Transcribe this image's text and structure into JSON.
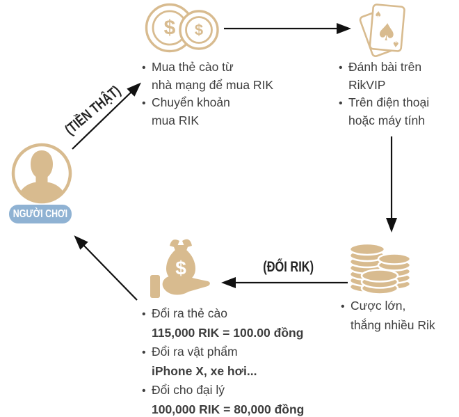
{
  "palette": {
    "tan": "#d8bb8f",
    "badge_blue": "#8fb2d3",
    "body_text": "#3e3e3e",
    "label_text": "#242424",
    "arrow_black": "#111111"
  },
  "glyphs": {
    "bullet": "•",
    "dollar": "$",
    "spade": "♠"
  },
  "player": {
    "label": "NGƯỜI CHƠI"
  },
  "flow_labels": {
    "real_money": "(TIỀN THẬT)",
    "exchange_rik": "(ĐỔI RIK)"
  },
  "buy_step": {
    "lines": [
      "Mua thẻ cào từ",
      "nhà mạng để mua RIK",
      "Chuyển khoản",
      "mua RIK"
    ]
  },
  "play_step": {
    "lines": [
      "Đánh bài trên",
      "RikVIP",
      "Trên điện thoại",
      "hoặc máy tính"
    ]
  },
  "win_step": {
    "lines": [
      "Cược lớn,",
      "thắng nhiều Rik"
    ]
  },
  "redeem_step": {
    "lines": [
      "Đổi ra thẻ cào",
      "115,000 RIK = 100.00 đồng",
      "Đổi ra vật phẩm",
      "iPhone X, xe hơi...",
      "Đổi cho đại lý",
      "100,000 RIK = 80,000 đồng"
    ]
  }
}
